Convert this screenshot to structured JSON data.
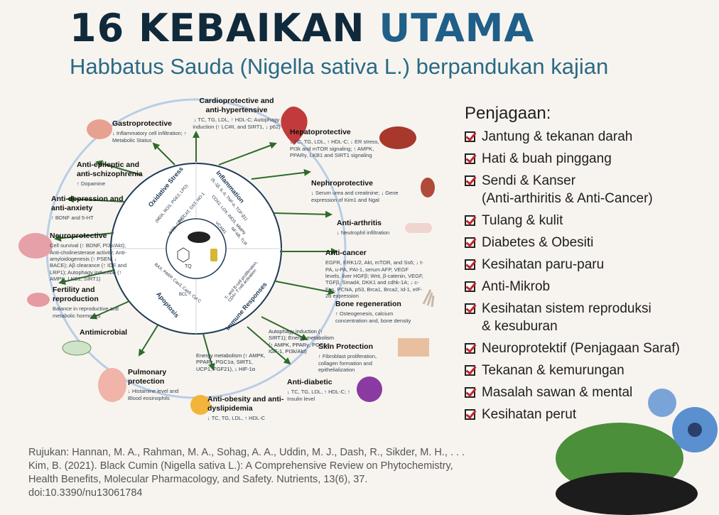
{
  "title": {
    "main": "16 KEBAIKAN ",
    "accent": "UTAMA"
  },
  "subtitle": "Habbatus Sauda (Nigella sativa L.) berpandukan kajian",
  "diagram": {
    "core_label": "TQ",
    "ring": {
      "oxidative": "Oxidative Stress",
      "oxidative_sub": "(MDA, ROS, PGE2, LPO)",
      "oxidative_sub2": "SOD, GPx, CAT, GST, HO-1",
      "oxidative_sub3": "Nrf2",
      "inflammation": "Inflammation",
      "inflammation_sub": "(IL-1β, IL-6, TNF-α, TGF-β1)",
      "inflammation_sub2": "COX2, LOX, iNOS, MMP9",
      "inflammation_sub3": "VCAM1",
      "inflammation_sub4": "NF-kB, TLR",
      "apoptosis": "Apoptosis",
      "apoptosis_sub": "BAX, PARP, Cas3, Cas9, Cyt C",
      "apoptosis_sub2": "BCL",
      "immune": "Immune Responses",
      "immune_sub": "T- and B-cell proliferation, CD4+ T cell activation"
    },
    "outcomes": [
      {
        "name": "Cardioprotective and anti-hypertensive",
        "text": "↓ TC, TG, LDL, ↑ HDL-C; Autophagy induction (↑ LC#II, and SIRT1, ↓ p62)"
      },
      {
        "name": "Gastroprotective",
        "text": "↓ Inflammatory cell infiltration; ↑ Metabolic Status"
      },
      {
        "name": "Hepatoprotective",
        "text": "↓ TC, TG, LDL, ↑ HDL-C; ↓ ER stress, PI3k and mTOR signaling; ↑ AMPK, PPARγ, LKB1 and SIRT1 signaling"
      },
      {
        "name": "Anti-epileptic and anti-schizophrenia",
        "text": "↑ Dopamine"
      },
      {
        "name": "Nephroprotective",
        "text": "↓ Serum urea and creatinine; ↓ Gene expression of Kim1 and Ngal"
      },
      {
        "name": "Anti-depression and anti-anxiety",
        "text": "↑ BDNF and 5-HT"
      },
      {
        "name": "Anti-arthritis",
        "text": "↓ Neutrophil infiltration"
      },
      {
        "name": "Neuroprotective",
        "text": "Cell survival (↑ BDNF, PI3k/Akt); Anti-cholinesterase activity; Anti-amyloidogenesis (↑ PSEN, ↓ BACE); Aβ clearance (↑ IDE and LRP1); Autophagy induction (↑ AMPK, LKB1, SIRT1)"
      },
      {
        "name": "Anti-cancer",
        "text": "EGFR, ERK1/2, Akt, mTOR, and Ss6; ↓ t-PA, u-PA, PAI-1, serum AFP, VEGF levels, liver HGFβ; Wnt, β-catenin, VEGF, TGFβ, Smad4, DKK1 and cdhk-1A; ↓ c-Fos, PCNA, p53, Brca1, Brca2, Id-1, eIF-2α expression"
      },
      {
        "name": "Fertility and reproduction",
        "text": "Balance in reproductive and metabolic hormones"
      },
      {
        "name": "Bone regeneration",
        "text": "↑ Osteogenesis, calcium concentration and, bone density"
      },
      {
        "name": "Antimicrobial",
        "text": ""
      },
      {
        "name": "Skin Protection",
        "text": "↑ Fibroblast proliferation, collagen formation and epithelialization"
      },
      {
        "name": "Pulmonary protection",
        "text": "↓ Histamine level and Blood eosinophils"
      },
      {
        "name": "Anti-obesity and anti-dyslipidemia",
        "text": "↓ TC, TG, LDL, ↑ HDL-C"
      },
      {
        "name": "Anti-diabetic",
        "text": "↓ TC, TG, LDL, ↑ HDL-C; ↑ Insulin level"
      }
    ],
    "extra": {
      "obesity_energy": "Energy metabolism (↑ AMPK, PPARγ, PGC1α, SIRT1, UCP1, FGF21), ↓ HIF-1α",
      "diabetic_autophagy": "Autophagy induction (↑ SIRT1); Energy metabolism (↑ AMPK, PPARγ, PGC1α, IGF-1, PI3k/Akt)"
    }
  },
  "penjagaan": {
    "heading": "Penjagaan:",
    "items": [
      [
        "Jantung & tekanan darah"
      ],
      [
        "Hati & buah pinggang"
      ],
      [
        "Sendi & Kanser",
        "(Anti-arthiritis & Anti-Cancer)"
      ],
      [
        "Tulang & kulit"
      ],
      [
        "Diabetes & Obesiti"
      ],
      [
        "Kesihatan paru-paru"
      ],
      [
        "Anti-Mikrob"
      ],
      [
        "Kesihatan sistem reproduksi",
        "& kesuburan"
      ],
      [
        "Neuroprotektif (Penjagaan Saraf)"
      ],
      [
        "Tekanan & kemurungan"
      ],
      [
        "Masalah sawan & mental"
      ],
      [
        "Kesihatan perut"
      ]
    ]
  },
  "reference": {
    "line1": "Rujukan: Hannan, M. A., Rahman, M. A., Sohag, A. A., Uddin, M. J., Dash, R., Sikder, M. H., . . .",
    "line2": "Kim, B. (2021). Black Cumin (Nigella sativa L.): A Comprehensive Review on Phytochemistry,",
    "line3": "Health Benefits, Molecular Pharmacology, and Safety. Nutrients, 13(6), 37.",
    "line4": "doi:10.3390/nu13061784"
  },
  "colors": {
    "title": "#102a3c",
    "accent": "#1f5f88",
    "check": "#c0282a",
    "ring": "#b8cde6",
    "arrow": "#2f6b2a"
  }
}
